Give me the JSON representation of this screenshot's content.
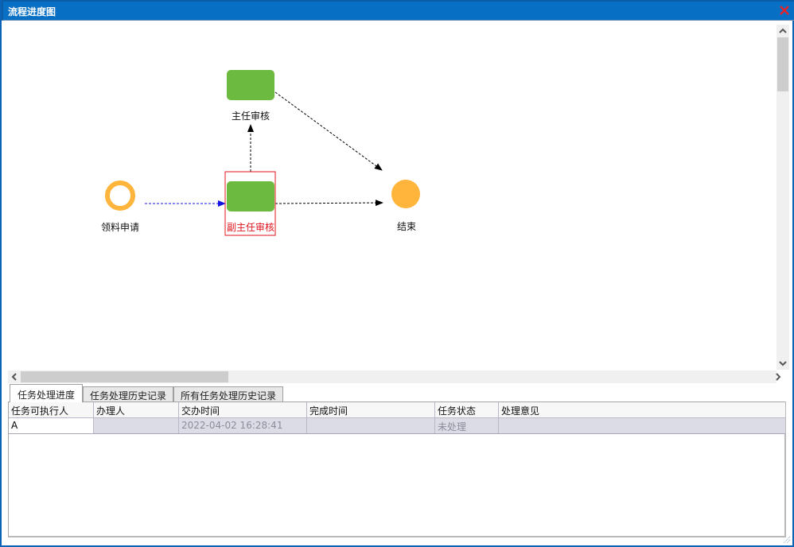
{
  "window": {
    "title": "流程进度图",
    "close_icon": "close-icon",
    "accent_color": "#0770c4",
    "close_color": "#e8232a"
  },
  "diagram": {
    "nodes": [
      {
        "id": "start",
        "type": "start-event",
        "label": "领料申请",
        "color": "#ffb43c"
      },
      {
        "id": "vice_review",
        "type": "task",
        "label": "副主任审核",
        "color": "#6cbb40",
        "current": true,
        "highlight_color": "#e0141e"
      },
      {
        "id": "director_review",
        "type": "task",
        "label": "主任审核",
        "color": "#6cbb40"
      },
      {
        "id": "end",
        "type": "end-event",
        "label": "结束",
        "color": "#ffb43c"
      }
    ],
    "edges": [
      {
        "from": "start",
        "to": "vice_review",
        "color": "#1414e0",
        "completed": true
      },
      {
        "from": "vice_review",
        "to": "director_review",
        "color": "#000000"
      },
      {
        "from": "vice_review",
        "to": "end",
        "color": "#000000"
      },
      {
        "from": "director_review",
        "to": "end",
        "color": "#000000"
      }
    ]
  },
  "tabs": [
    {
      "label": "任务处理进度",
      "active": true
    },
    {
      "label": "任务处理历史记录",
      "active": false
    },
    {
      "label": "所有任务处理历史记录",
      "active": false
    }
  ],
  "grid": {
    "columns": [
      "任务可执行人",
      "办理人",
      "交办时间",
      "完成时间",
      "任务状态",
      "处理意见"
    ],
    "rows": [
      [
        "A",
        "",
        "2022-04-02 16:28:41",
        "",
        "未处理",
        ""
      ]
    ]
  }
}
